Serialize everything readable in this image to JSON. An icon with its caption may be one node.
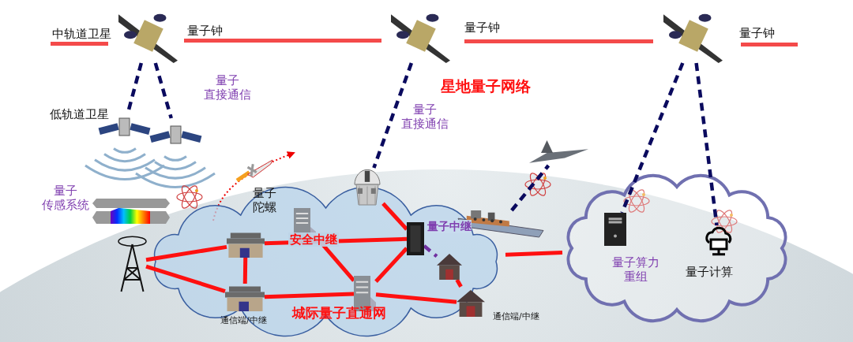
{
  "diagram": {
    "nodes": [
      {
        "text": [],
        "shape": "picture",
        "beside": [
          "中轨道卫星"
        ]
      },
      {
        "text": [],
        "shape": "picture"
      },
      {
        "text": [],
        "shape": "picture"
      },
      {
        "text": [],
        "shape": "picture",
        "beside": [
          "低轨道卫星"
        ]
      },
      {
        "text": [],
        "shape": "picture"
      },
      {
        "text": [],
        "shape": "picture"
      },
      {
        "text": [],
        "shape": "picture"
      },
      {
        "text": [],
        "shape": "cloud"
      },
      {
        "text": [],
        "shape": "picture"
      },
      {
        "text": [],
        "shape": "picture",
        "in": 7
      },
      {
        "text": [],
        "shape": "picture",
        "in": 7,
        "beside": [
          "通信端/中继"
        ]
      },
      {
        "text": [],
        "shape": "picture",
        "in": 7
      },
      {
        "text": [],
        "shape": "picture",
        "in": 7
      },
      {
        "text": [],
        "shape": "picture",
        "in": 7
      },
      {
        "text": [],
        "shape": "picture",
        "in": 7
      },
      {
        "text": [],
        "shape": "picture",
        "beside": [
          "通信端/中继"
        ]
      },
      {
        "text": [],
        "shape": "cloud"
      },
      {
        "text": [],
        "shape": "picture",
        "in": 16,
        "beside": [
          "量子算力重组"
        ]
      },
      {
        "text": [],
        "shape": "picture",
        "in": 16,
        "beside": [
          "量子计算"
        ]
      },
      {
        "text": [],
        "shape": "picture"
      },
      {
        "text": [],
        "shape": "picture",
        "beside": [
          "量子陀螺"
        ]
      }
    ],
    "edges": [
      {
        "from": 0,
        "to": 3,
        "arrow": "none",
        "style": "dashed",
        "color": "#0a0a5e"
      },
      {
        "from": 0,
        "to": 4,
        "arrow": "none",
        "style": "dashed",
        "color": "#0a0a5e"
      },
      {
        "from": 1,
        "to": 5,
        "arrow": "none",
        "style": "dashed",
        "color": "#0a0a5e"
      },
      {
        "from": 2,
        "to": 17,
        "arrow": "none",
        "style": "dashed",
        "color": "#0a0a5e"
      },
      {
        "from": 2,
        "to": 18,
        "arrow": "none",
        "style": "dashed",
        "color": "#0a0a5e"
      },
      {
        "from": 6,
        "to": 19,
        "arrow": "none",
        "style": "dashed",
        "color": "#0a0a5e"
      },
      {
        "from": 8,
        "to": 9,
        "arrow": "none"
      },
      {
        "from": 8,
        "to": 10,
        "arrow": "none"
      },
      {
        "from": 9,
        "to": 10,
        "arrow": "none"
      },
      {
        "from": 9,
        "to": 13,
        "arrow": "none",
        "label": "安全中继"
      },
      {
        "from": 11,
        "to": 12,
        "arrow": "none"
      },
      {
        "from": 10,
        "to": 12,
        "arrow": "none"
      },
      {
        "from": 13,
        "to": 12,
        "arrow": "none"
      },
      {
        "from": 12,
        "to": 15,
        "arrow": "none"
      },
      {
        "from": 5,
        "to": 13,
        "arrow": "none"
      },
      {
        "from": 7,
        "to": 16,
        "arrow": "none"
      },
      {
        "from": 13,
        "to": 14,
        "arrow": "none",
        "style": "dashed",
        "color": "#7030a0"
      },
      {
        "from": 14,
        "to": 15,
        "arrow": "none",
        "style": "dashed"
      }
    ],
    "labels": [
      "量子钟",
      "量子钟",
      "量子钟",
      "星地量子网络",
      "量子直接通信",
      "量子直接通信",
      "量子传感系统",
      "量子中继",
      "城际量子直通网"
    ]
  }
}
